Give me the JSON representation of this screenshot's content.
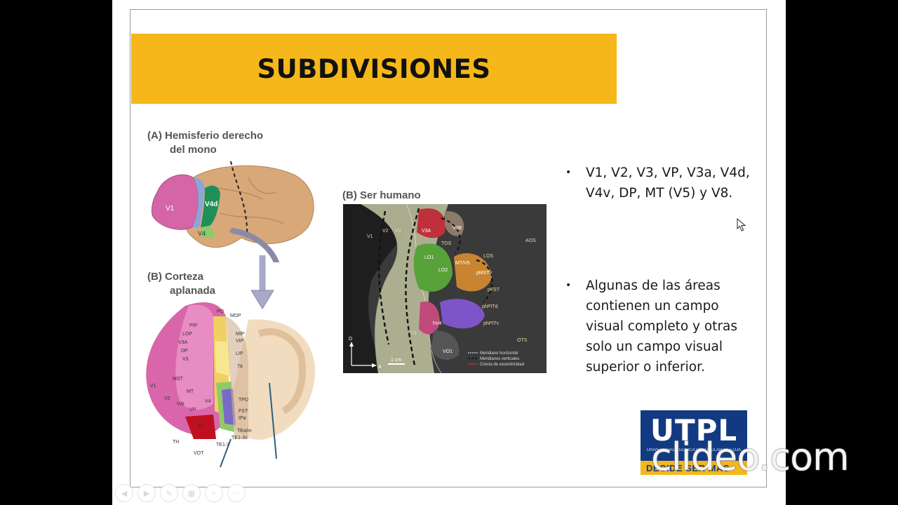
{
  "slide": {
    "title": "SUBDIVISIONES",
    "figure_left": {
      "caption_a_line1": "(A)  Hemisferio derecho",
      "caption_a_line2": "del mono",
      "caption_b_line1": "(B)  Corteza",
      "caption_b_line2": "aplanada",
      "labels_top": {
        "v1": "V1",
        "v4d": "V4d",
        "v4": "V4"
      },
      "labels_flat": [
        "PO",
        "MDP",
        "PIP",
        "MIP",
        "LOP",
        "VIP",
        "V3A",
        "DP",
        "LIP",
        "V3",
        "V1",
        "MST",
        "7a",
        "V2",
        "MT",
        "V4t",
        "TPD",
        "V4",
        "VP",
        "FST",
        "IPa",
        "TF",
        "TEa/m",
        "TH",
        "VOT",
        "TE1-3",
        "TE1-3v"
      ]
    },
    "figure_right": {
      "caption": "(B)  Ser humano",
      "labels": [
        "V1",
        "V2",
        "V3",
        "V3A",
        "V3B",
        "TOS",
        "LO1",
        "LO2",
        "MT/V5",
        "pMSTv",
        "LOS",
        "pFST",
        "phPITd",
        "phPITv",
        "V3",
        "hV4",
        "VO1",
        "AOS",
        "OTS"
      ],
      "legend": [
        "Meridiano horizontal",
        "Meridianos verticales",
        "Cresta de excentricidad"
      ],
      "axis_d": "D",
      "axis_a": "A",
      "scale": "1 cm"
    },
    "bullets": [
      "V1, V2, V3, VP, V3a, V4d, V4v, DP, MT (V5) y V8.",
      "Algunas de las áreas contienen un campo visual completo y otras solo un campo visual superior o inferior."
    ],
    "logo": {
      "name": "UTPL",
      "subtitle": "UNIVERSIDAD TÉCNICA PARTICULAR DE LOJA",
      "slogan": "DECIDE SER MÁS"
    }
  },
  "watermark": "clideo.com",
  "colors": {
    "title_bar": "#f5b719",
    "logo_blue": "#123a82",
    "bullet_text": "#1a1a1a"
  },
  "icons": [
    "prev-icon",
    "next-icon",
    "pen-icon",
    "slides-icon",
    "zoom-icon",
    "more-icon",
    "cursor-icon"
  ]
}
